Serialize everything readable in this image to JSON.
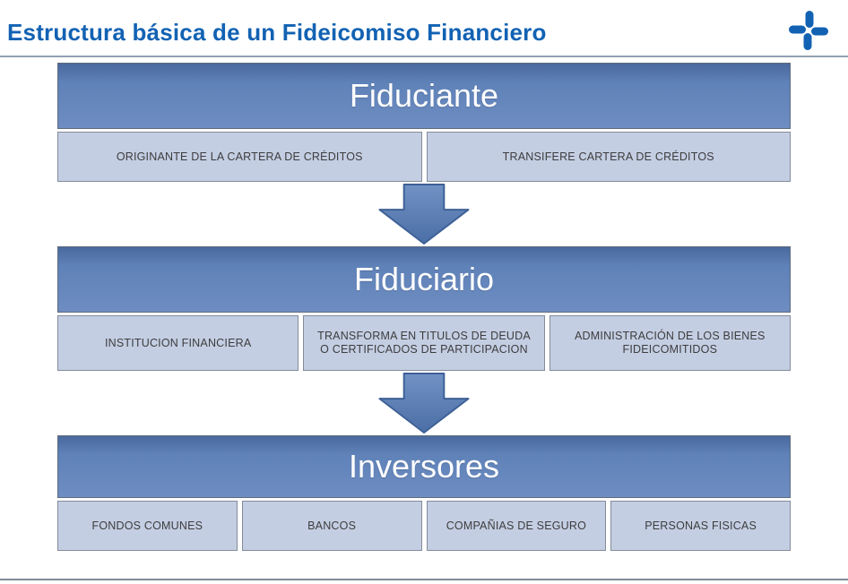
{
  "page": {
    "title": "Estructura básica de un Fideicomiso Financiero"
  },
  "logo": {
    "name": "brand-pinwheel-logo"
  },
  "colors": {
    "accent_blue": "#1262b3",
    "header_blue": "#5f82b8",
    "cell_blue": "#c4cee3",
    "arrow_blue": "#5578ad"
  },
  "blocks": [
    {
      "header": "Fiduciante",
      "cells": [
        "ORIGINANTE DE LA CARTERA DE CRÉDITOS",
        "TRANSIFERE CARTERA DE CRÉDITOS"
      ]
    },
    {
      "header": "Fiduciario",
      "cells": [
        "INSTITUCION FINANCIERA",
        "TRANSFORMA EN TITULOS DE DEUDA O CERTIFICADOS DE PARTICIPACION",
        "ADMINISTRACIÓN DE LOS BIENES FIDEICOMITIDOS"
      ]
    },
    {
      "header": "Inversores",
      "cells": [
        "FONDOS COMUNES",
        "BANCOS",
        "COMPAÑIAS DE SEGURO",
        "PERSONAS FISICAS"
      ]
    }
  ]
}
